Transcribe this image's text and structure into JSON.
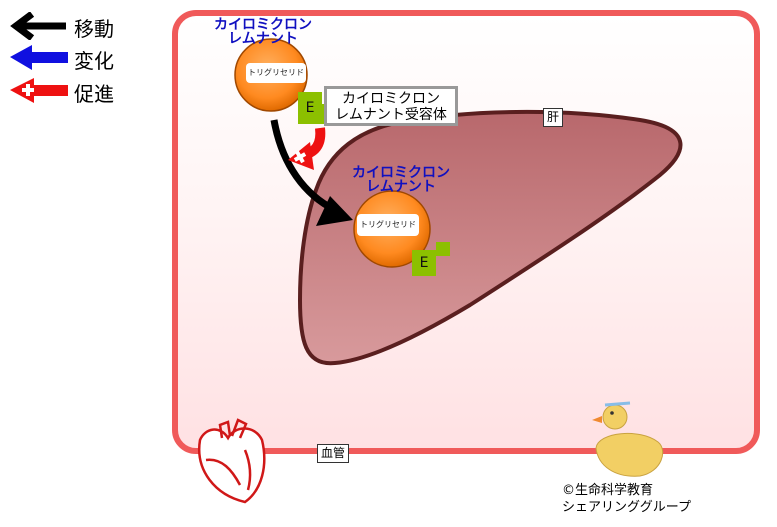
{
  "legend": [
    {
      "label": "移動",
      "color": "#000000",
      "icon": "black-arrow-icon"
    },
    {
      "label": "変化",
      "color": "#1010e0",
      "icon": "blue-arrow-icon"
    },
    {
      "label": "促進",
      "color": "#ee1111",
      "icon": "red-plus-arrow-icon"
    }
  ],
  "labels": {
    "liver": "肝",
    "vessel": "血管",
    "receptor_line1": "カイロミクロン",
    "receptor_line2": "レムナント受容体"
  },
  "particles": [
    {
      "title_line1": "カイロミクロン",
      "title_line2": "レムナント",
      "core": "トリグリセリド",
      "apo": "E"
    },
    {
      "title_line1": "カイロミクロン",
      "title_line2": "レムナント",
      "core": "トリグリセリド",
      "apo": "E"
    }
  ],
  "copyright": {
    "line1": "©生命科学教育",
    "line2": "シェアリンググループ"
  },
  "colors": {
    "vessel_border": "#f05a5a",
    "liver_fill": "#c8787c",
    "liver_stroke": "#5a1f1f",
    "particle": "#ff8c2a",
    "apo_e": "#8cc000",
    "title": "#1010c0"
  }
}
